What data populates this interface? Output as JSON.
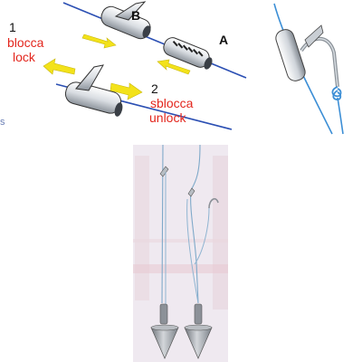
{
  "labels": {
    "step1_number": "1",
    "step1_it": "blocca",
    "step1_en": "lock",
    "step2_number": "2",
    "step2_it": "sblocca",
    "step2_en": "unlock",
    "part_a": "A",
    "part_b": "B",
    "edge_mark": "s"
  },
  "colors": {
    "line_blue": "#2b4fb3",
    "arrow_yellow": "#f3e21a",
    "label_red": "#e3261d",
    "metal_gray": "#9aa0a6",
    "bg_pink": "#efe9f0"
  },
  "icons": {
    "clip": "snap-clip-icon",
    "arrow": "yellow-arrow-icon",
    "sinker": "lead-sinker-icon",
    "hook": "hook-icon"
  }
}
